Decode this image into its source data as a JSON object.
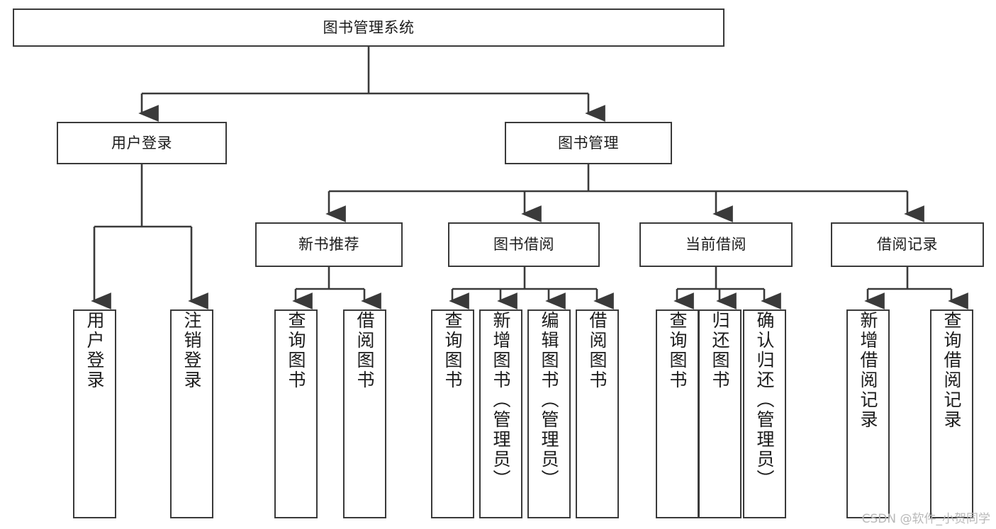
{
  "diagram": {
    "title": "图书管理系统",
    "type": "tree",
    "watermark": "CSDN @软件_小贺同学",
    "colors": {
      "box_border": "#3a3a3a",
      "box_fill": "#ffffff",
      "connector": "#3a3a3a",
      "text": "#1c1c1c",
      "watermark": "#b9b9b9"
    },
    "nodes": {
      "root": {
        "label": "图书管理系统"
      },
      "level2": [
        {
          "label": "用户登录"
        },
        {
          "label": "图书管理"
        }
      ],
      "level3": [
        {
          "label": "新书推荐"
        },
        {
          "label": "图书借阅"
        },
        {
          "label": "当前借阅"
        },
        {
          "label": "借阅记录"
        }
      ],
      "leaves": {
        "user_login": [
          {
            "label": "用户登录"
          },
          {
            "label": "注销登录"
          }
        ],
        "new_book_recommend": [
          {
            "label": "查询图书"
          },
          {
            "label": "借阅图书"
          }
        ],
        "book_borrow": [
          {
            "label": "查询图书"
          },
          {
            "label": "新增图书（管理员）"
          },
          {
            "label": "编辑图书（管理员）"
          },
          {
            "label": "借阅图书"
          }
        ],
        "current_borrow": [
          {
            "label": "查询图书"
          },
          {
            "label": "归还图书"
          },
          {
            "label": "确认归还（管理员）"
          }
        ],
        "borrow_record": [
          {
            "label": "新增借阅记录"
          },
          {
            "label": "查询借阅记录"
          }
        ]
      }
    }
  }
}
